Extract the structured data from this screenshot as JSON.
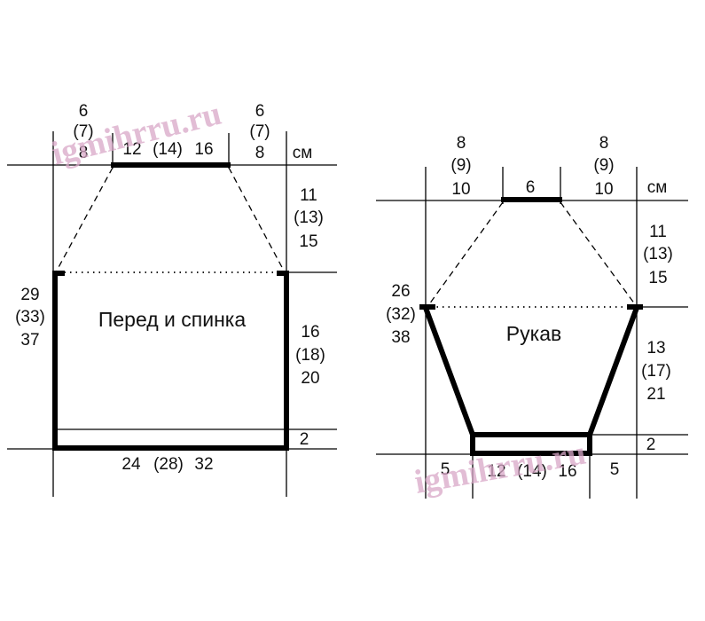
{
  "watermark": "igmihrru.ru",
  "unit": "см",
  "colors": {
    "line": "#000000",
    "watermark": "#d9a8c8"
  },
  "front_back": {
    "title": "Перед и спинка",
    "shoulder_left": [
      "6",
      "(7)",
      "8"
    ],
    "neck_width": [
      "12",
      "(14)",
      "16"
    ],
    "shoulder_right": [
      "6",
      "(7)",
      "8"
    ],
    "neck_depth": [
      "11",
      "(13)",
      "15"
    ],
    "length_left": [
      "29",
      "(33)",
      "37"
    ],
    "length_right": [
      "16",
      "(18)",
      "20"
    ],
    "rib": "2",
    "width": [
      "24",
      "(28)",
      "32"
    ]
  },
  "sleeve": {
    "title": "Рукав",
    "top_left": [
      "8",
      "(9)",
      "10"
    ],
    "top_width": "6",
    "top_right": [
      "8",
      "(9)",
      "10"
    ],
    "cap_height": [
      "11",
      "(13)",
      "15"
    ],
    "width_left": [
      "26",
      "(32)",
      "38"
    ],
    "length_right": [
      "13",
      "(17)",
      "21"
    ],
    "rib": "2",
    "bottom_left": "5",
    "bottom_width": [
      "12",
      "(14)",
      "16"
    ],
    "bottom_right": "5"
  }
}
